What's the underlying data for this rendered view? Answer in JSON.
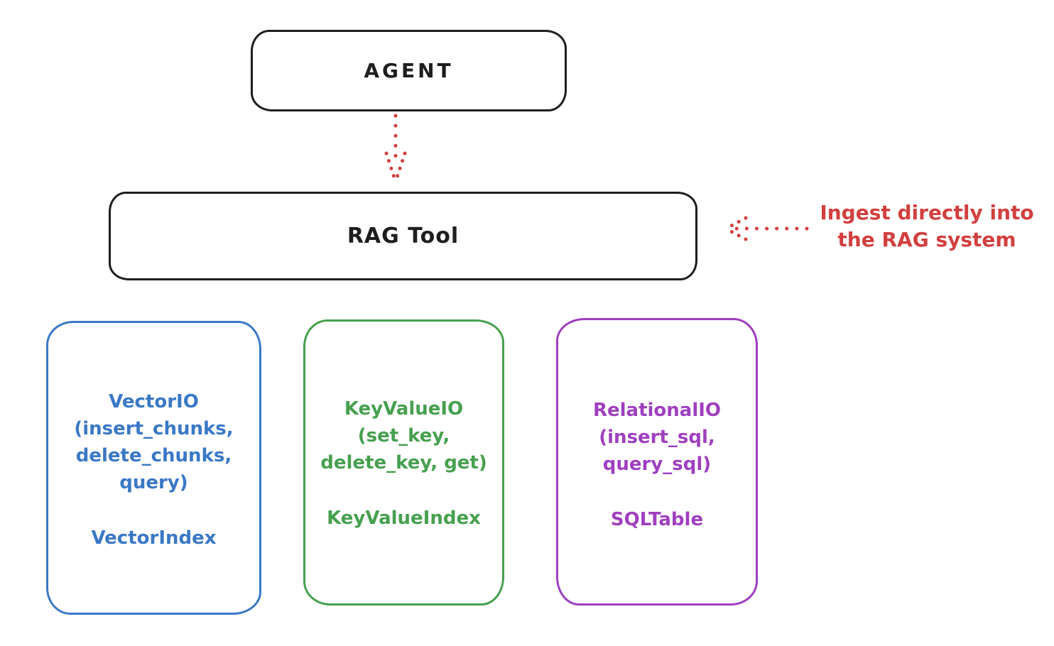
{
  "diagram": {
    "agent": {
      "label": "AGENT"
    },
    "rag_tool": {
      "label": "RAG Tool"
    },
    "annotation": {
      "line1": "Ingest directly into",
      "line2": "the RAG system"
    },
    "io_boxes": [
      {
        "name": "VectorIO",
        "color": "#3a78c6",
        "lines": [
          "VectorIO",
          "(insert_chunks,",
          "delete_chunks,",
          "query)"
        ],
        "index_label": "VectorIndex"
      },
      {
        "name": "KeyValueIO",
        "color": "#46a04f",
        "lines": [
          "KeyValueIO",
          "(set_key,",
          "delete_key, get)"
        ],
        "index_label": "KeyValueIndex"
      },
      {
        "name": "RelationalIO",
        "color": "#9f3fbf",
        "lines": [
          "RelationalIO",
          "(insert_sql,",
          "query_sql)"
        ],
        "index_label": "SQLTable"
      }
    ],
    "colors": {
      "stroke": "#1e1e1e",
      "annotation_red": "#d23f3f",
      "background": "#ffffff"
    }
  }
}
